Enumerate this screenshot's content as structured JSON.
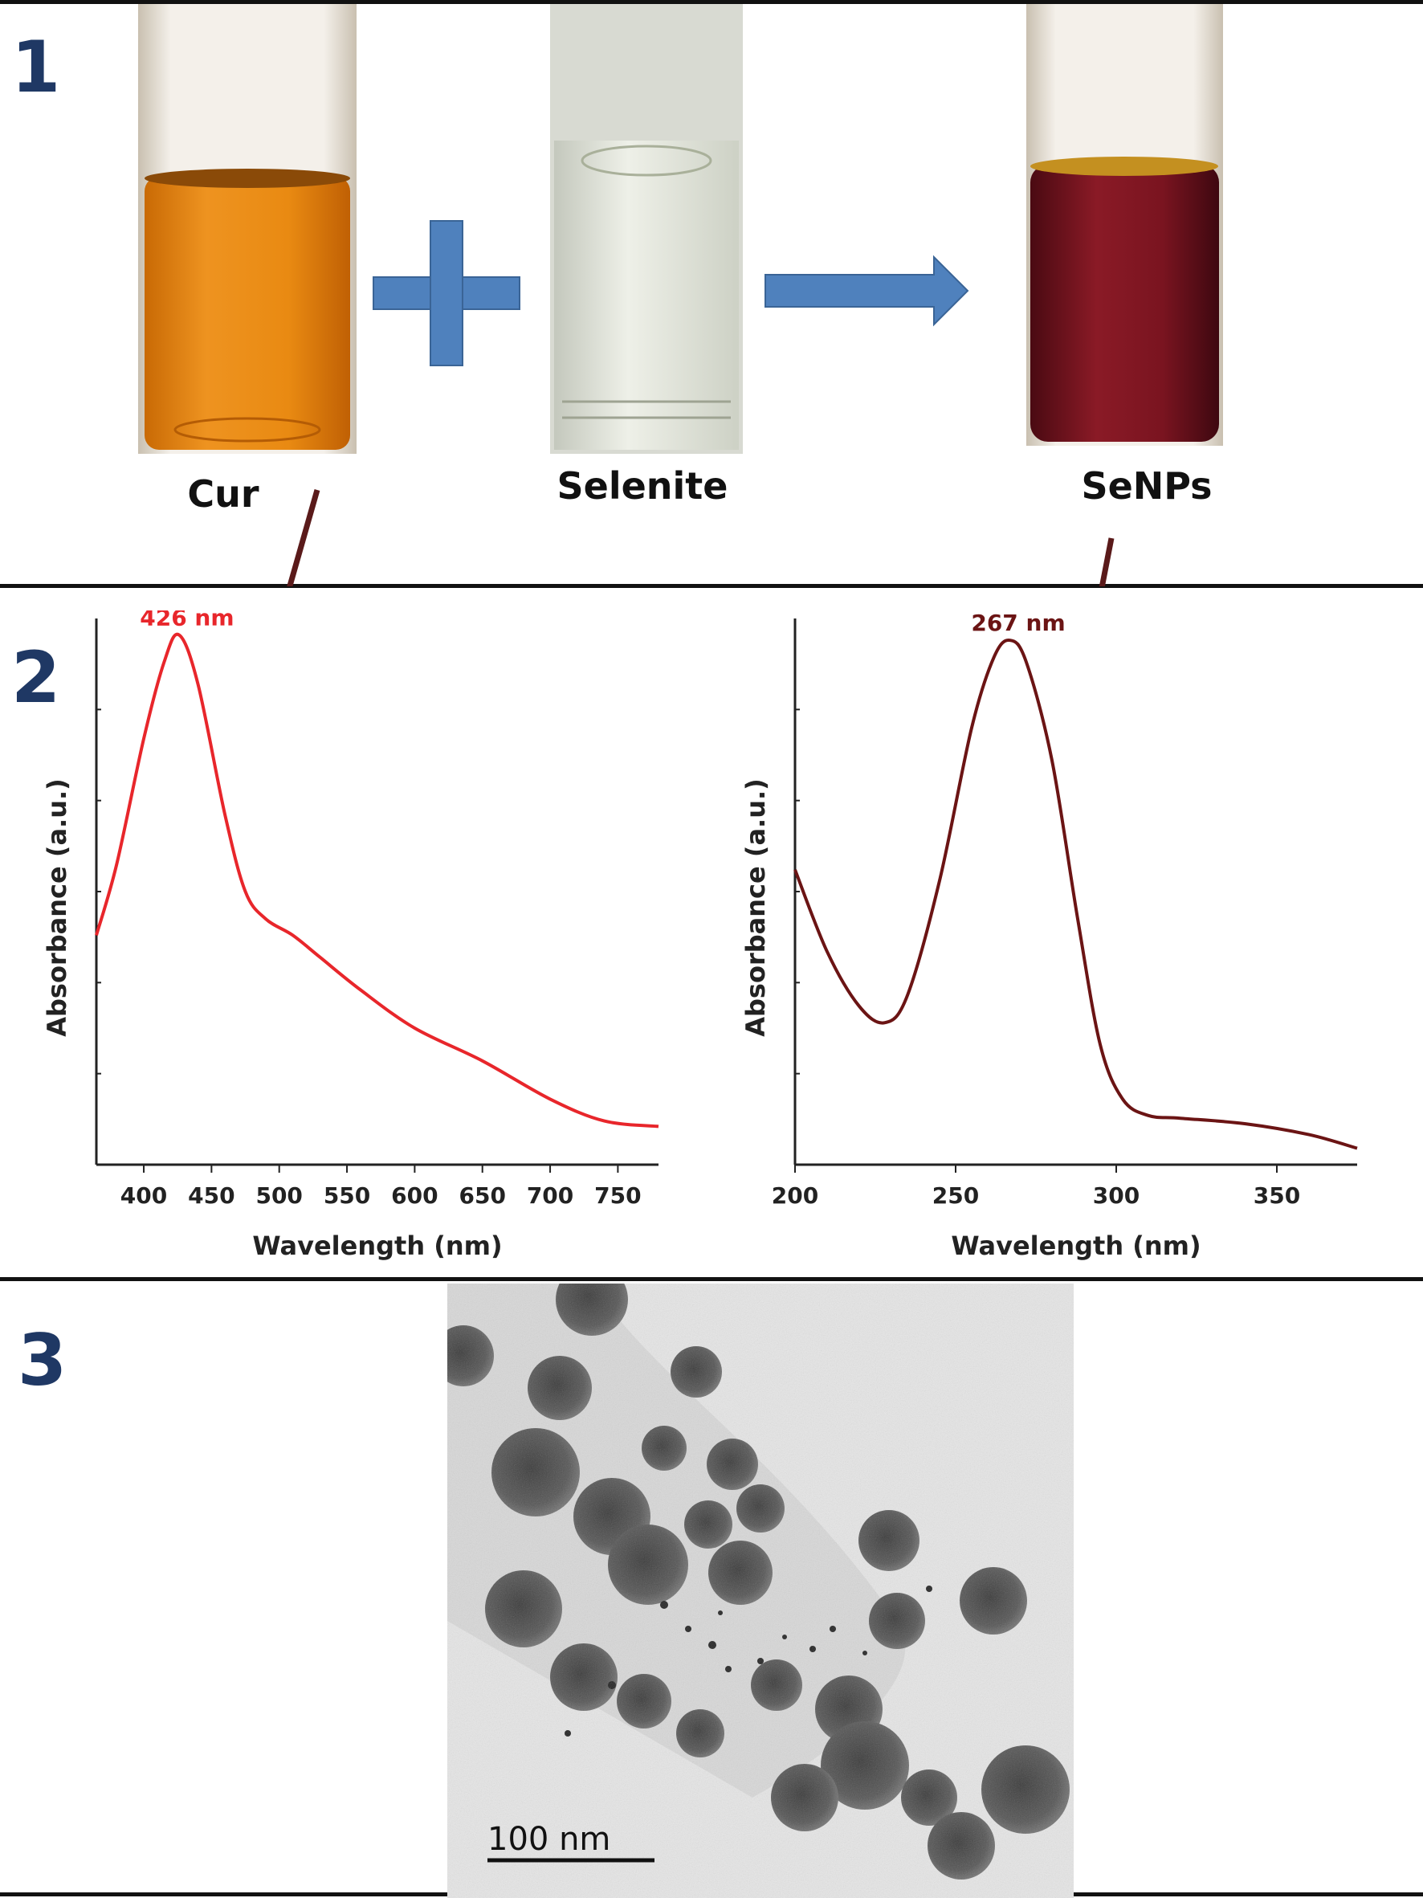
{
  "panels": {
    "p1": "1",
    "p2": "2",
    "p3": "3"
  },
  "vials": {
    "cur": {
      "label": "Cur",
      "liquid_color": "#e6870f"
    },
    "selenite": {
      "label": "Selenite",
      "liquid_color": "#dfe3d6"
    },
    "senps": {
      "label": "SeNPs",
      "liquid_color": "#7a1420"
    }
  },
  "symbols": {
    "plus_color": "#4f81bd",
    "arrow_color": "#4f81bd",
    "pointer_color": "#5a1a1a"
  },
  "chart_data": [
    {
      "type": "line",
      "xlabel": "Wavelength (nm)",
      "ylabel": "Absorbance (a.u.)",
      "xlim": [
        365,
        780
      ],
      "ylim": [
        0,
        1.0
      ],
      "x_ticks": [
        400,
        450,
        500,
        550,
        600,
        650,
        700,
        750
      ],
      "annotation": "426 nm",
      "annotation_x": 426,
      "color": "#e8262b",
      "series": [
        {
          "x": [
            365,
            380,
            400,
            415,
            426,
            440,
            460,
            475,
            490,
            510,
            530,
            560,
            600,
            650,
            700,
            740,
            780
          ],
          "y": [
            0.42,
            0.55,
            0.78,
            0.92,
            0.97,
            0.88,
            0.64,
            0.5,
            0.45,
            0.42,
            0.38,
            0.32,
            0.25,
            0.19,
            0.12,
            0.08,
            0.07
          ]
        }
      ]
    },
    {
      "type": "line",
      "xlabel": "Wavelength (nm)",
      "ylabel": "Absorbance (a.u.)",
      "xlim": [
        200,
        375
      ],
      "ylim": [
        0,
        1.0
      ],
      "x_ticks": [
        200,
        250,
        300,
        350
      ],
      "annotation": "267 nm",
      "annotation_x": 267,
      "color": "#6b1414",
      "series": [
        {
          "x": [
            200,
            210,
            220,
            228,
            235,
            245,
            255,
            262,
            267,
            272,
            280,
            288,
            295,
            302,
            310,
            320,
            340,
            360,
            375
          ],
          "y": [
            0.54,
            0.39,
            0.29,
            0.26,
            0.31,
            0.52,
            0.8,
            0.93,
            0.96,
            0.92,
            0.74,
            0.45,
            0.22,
            0.12,
            0.09,
            0.085,
            0.075,
            0.055,
            0.03
          ]
        }
      ]
    }
  ],
  "tem": {
    "scale_label": "100 nm"
  }
}
